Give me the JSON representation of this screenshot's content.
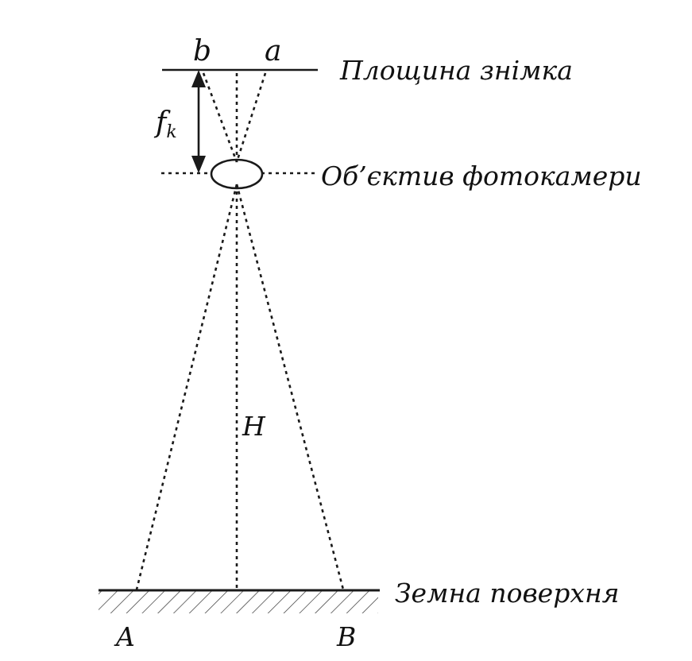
{
  "labels": {
    "image_plane": "Площина знімка",
    "lens": "Об’єктив фотокамери",
    "ground": "Земна поверхня",
    "focal_length_base": "f",
    "focal_length_sub": "k",
    "height": "H",
    "image_point_b": "b",
    "image_point_a": "a",
    "ground_point_a": "A",
    "ground_point_b": "B"
  }
}
